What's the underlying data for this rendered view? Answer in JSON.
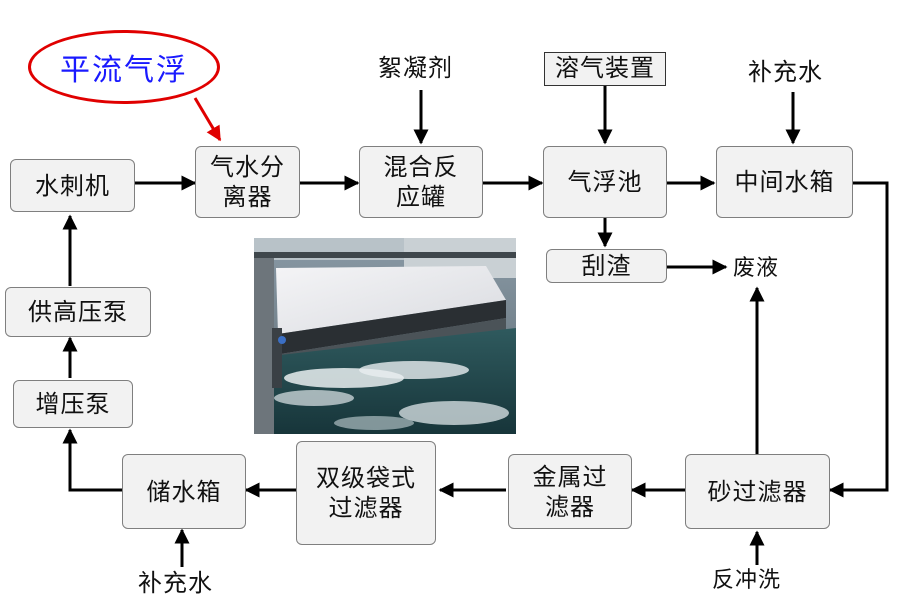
{
  "title": "平流气浮",
  "nodes": {
    "spunlace": "水刺机",
    "separator_l1": "气水分",
    "separator_l2": "离器",
    "mixer_l1": "混合反",
    "mixer_l2": "应罐",
    "flotation": "气浮池",
    "intermediate_tank": "中间水箱",
    "scraping": "刮渣",
    "supply_pump": "供高压泵",
    "booster_pump": "增压泵",
    "storage_tank": "储水箱",
    "bag_filter_l1": "双级袋式",
    "bag_filter_l2": "过滤器",
    "metal_filter_l1": "金属过",
    "metal_filter_l2": "滤器",
    "sand_filter": "砂过滤器"
  },
  "inputs": {
    "flocculant": "絮凝剂",
    "air_dissolving": "溶气装置",
    "makeup_water_top": "补充水",
    "waste_liquid": "废液",
    "makeup_water_bottom": "补充水",
    "backwash": "反冲洗"
  },
  "colors": {
    "title_text": "#1a1aff",
    "title_oval": "#e00000",
    "box_fill": "#f2f2f2",
    "box_border": "#7f7f7f",
    "arrow": "#000000"
  }
}
